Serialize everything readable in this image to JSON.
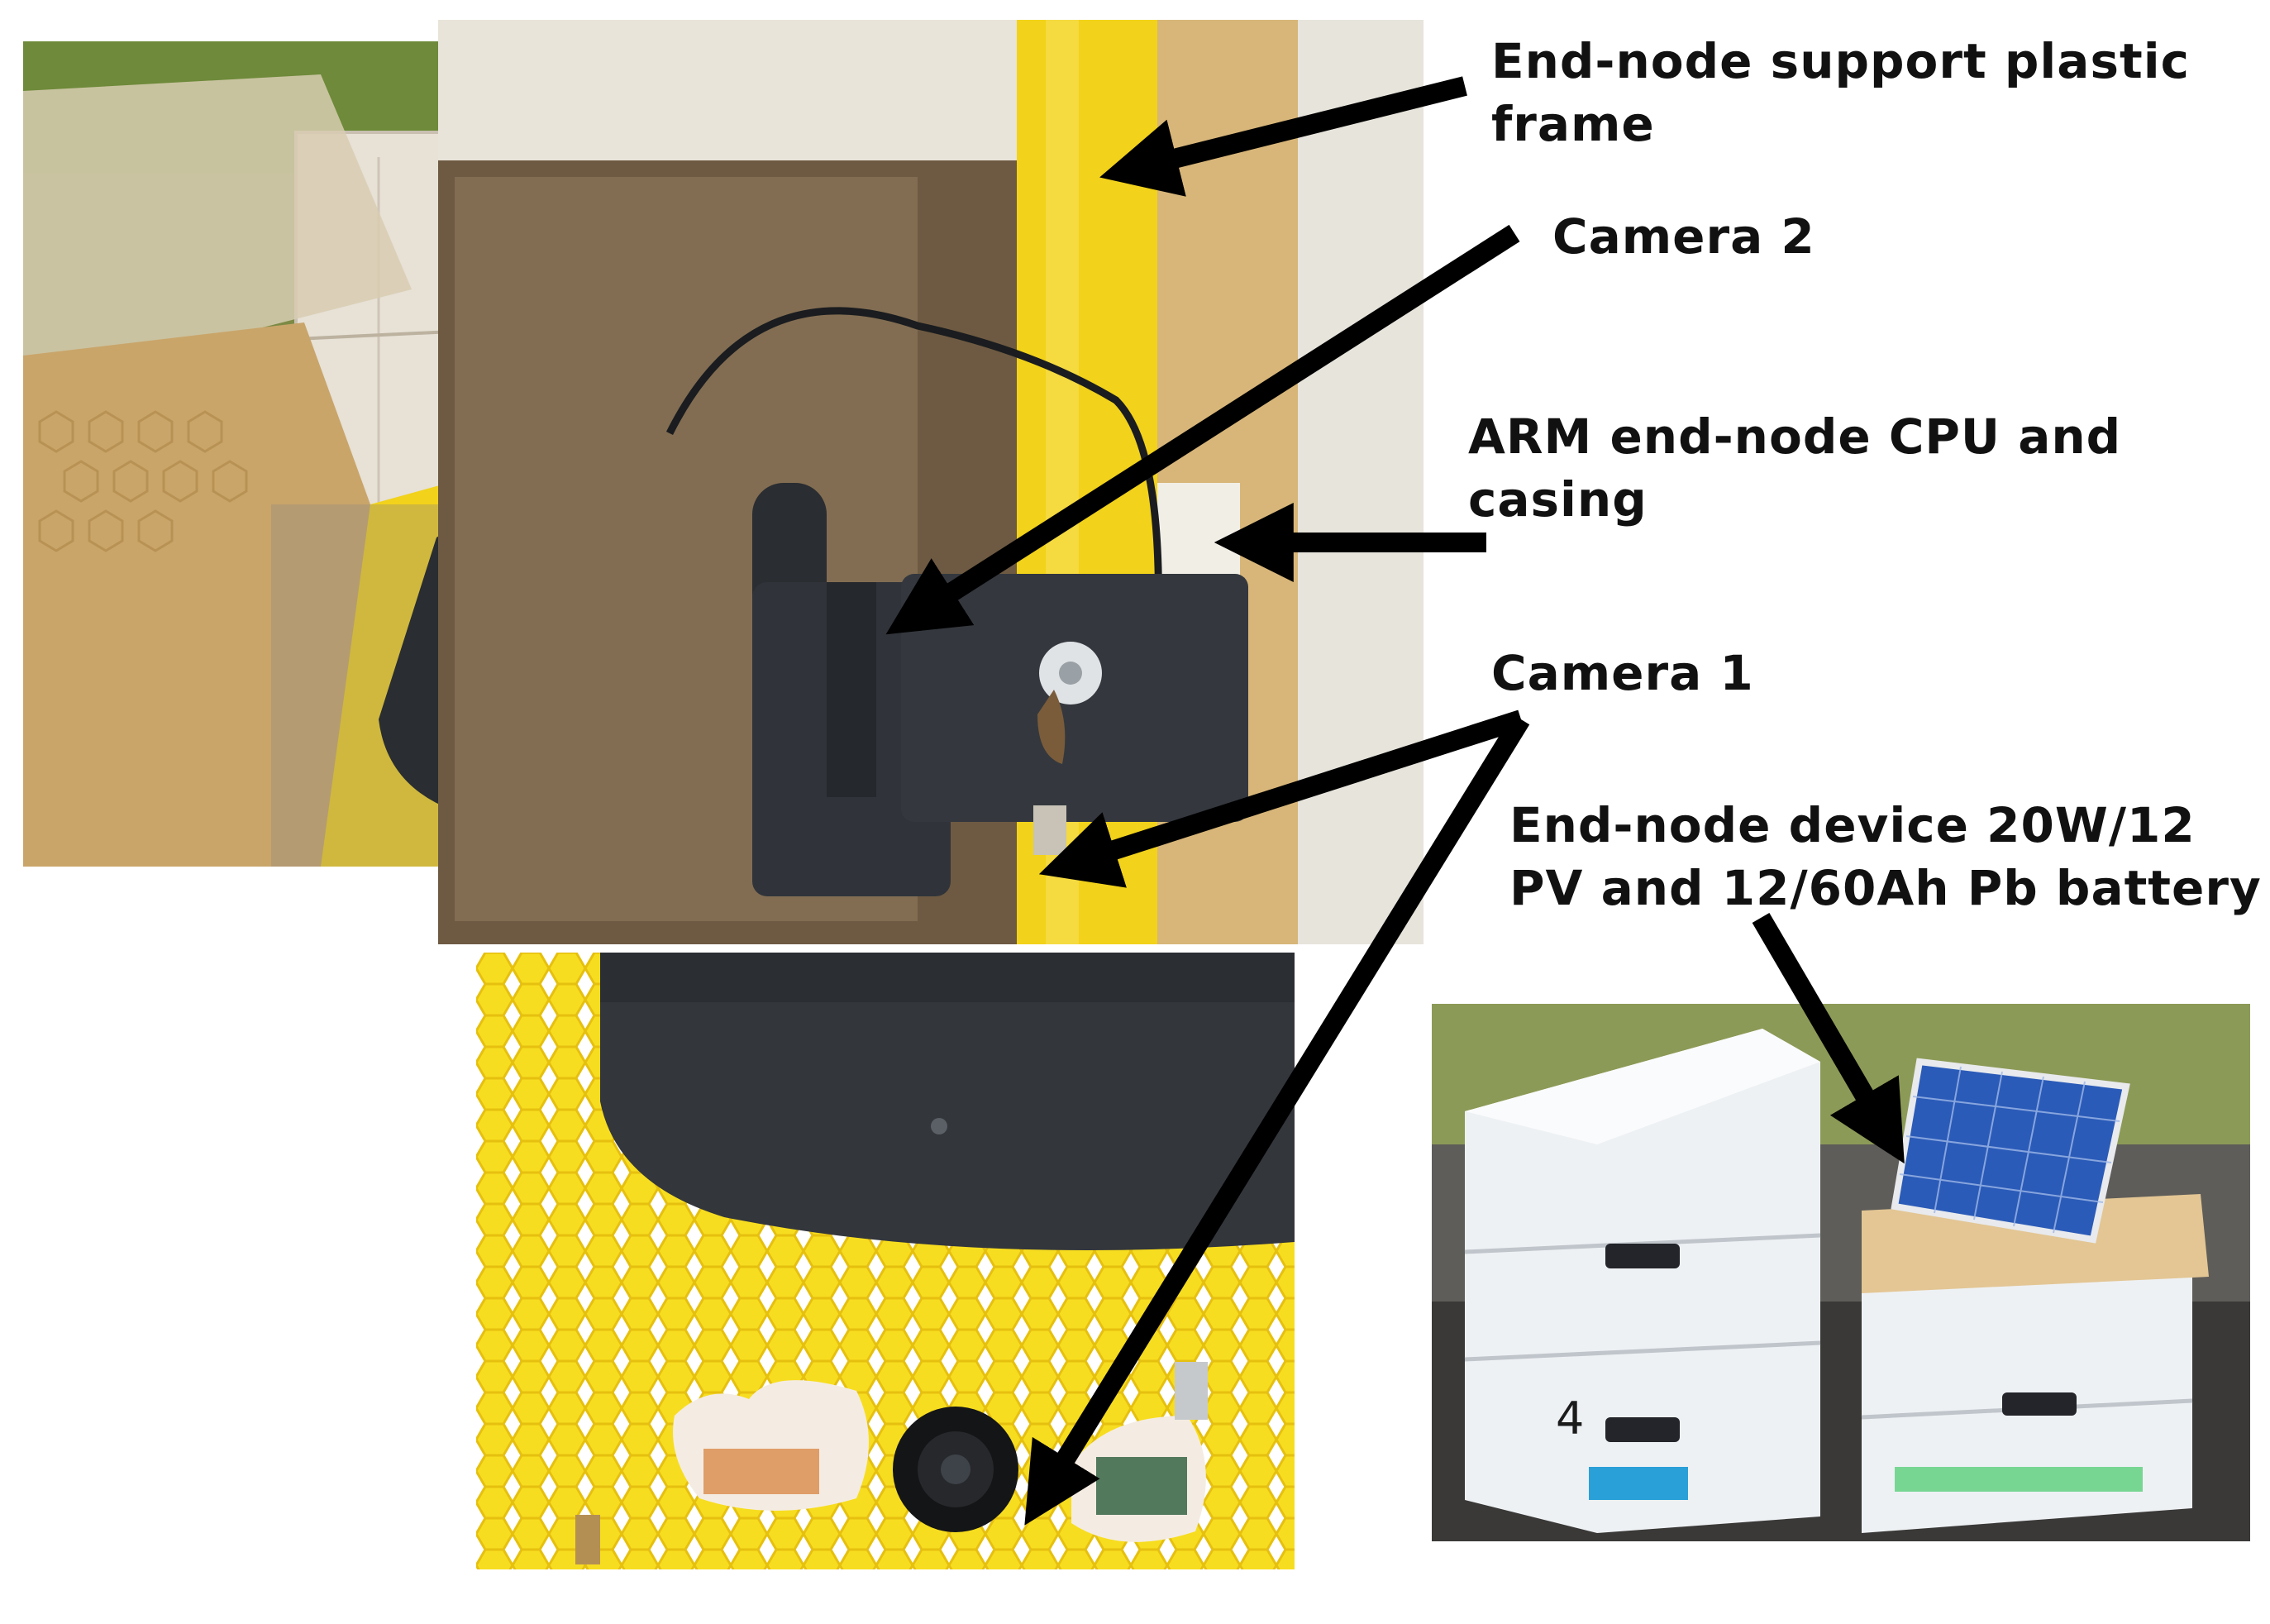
{
  "labels": {
    "support_frame": "End-node support plastic\nframe",
    "camera2": "Camera 2",
    "arm_cpu": "ARM end-node CPU and\ncasing",
    "camera1": "Camera 1",
    "end_node_device": "End-node device 20W/12\nPV and 12/60Ah Pb battery"
  },
  "hive_number": "4",
  "colors": {
    "frame_yellow": "#f2d21a",
    "camera_black": "#2a2d31",
    "hive_white": "#f1f3f5",
    "arrow": "#000000",
    "grass": "#7c8a45",
    "honeycomb": "#c9a56a"
  },
  "icons": [
    "camera-icon",
    "solar-panel-icon",
    "beehive-icon"
  ]
}
